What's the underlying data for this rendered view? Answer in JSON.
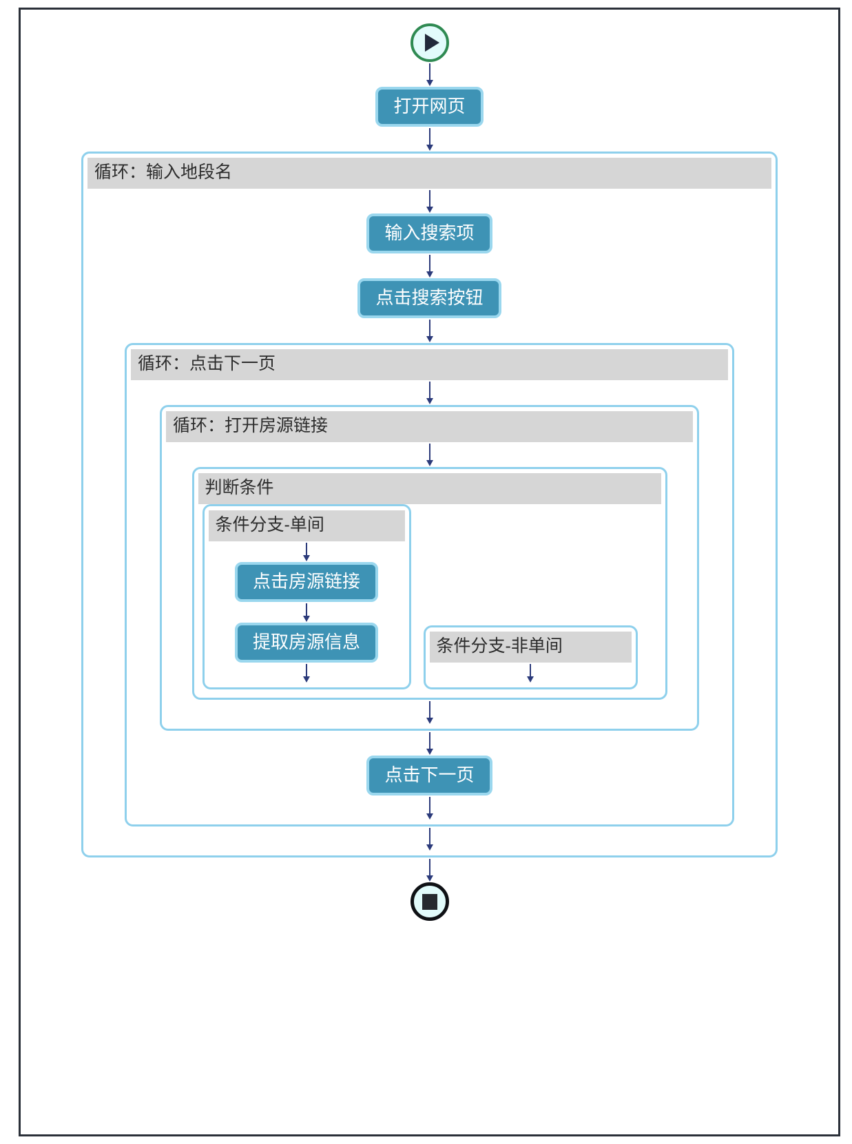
{
  "diagram": {
    "title": "RPA flow chart",
    "start_icon": "play-icon",
    "end_icon": "stop-icon",
    "arrow_glyph": "↓",
    "colors": {
      "frame": "#2b3039",
      "node_fill": "#3e93b5",
      "node_border": "#9ad7ee",
      "container_border": "#8ed0ec",
      "header_fill": "#d6d6d6",
      "start_ring": "#2f8a52",
      "end_ring": "#0f1115",
      "terminal_fill": "#e2fbfb",
      "arrow": "#2b3a7a"
    }
  },
  "nodes": {
    "open_page": "打开网页",
    "input_search_term": "输入搜索项",
    "click_search_button": "点击搜索按钮",
    "click_listing_link": "点击房源链接",
    "extract_listing_info": "提取房源信息",
    "click_next_page": "点击下一页"
  },
  "containers": {
    "loop_input_district": "循环：输入地段名",
    "loop_click_next_page": "循环：点击下一页",
    "loop_open_listing_link": "循环：打开房源链接",
    "condition": "判断条件",
    "branch_single_room": "条件分支-单间",
    "branch_non_single_room": "条件分支-非单间"
  }
}
